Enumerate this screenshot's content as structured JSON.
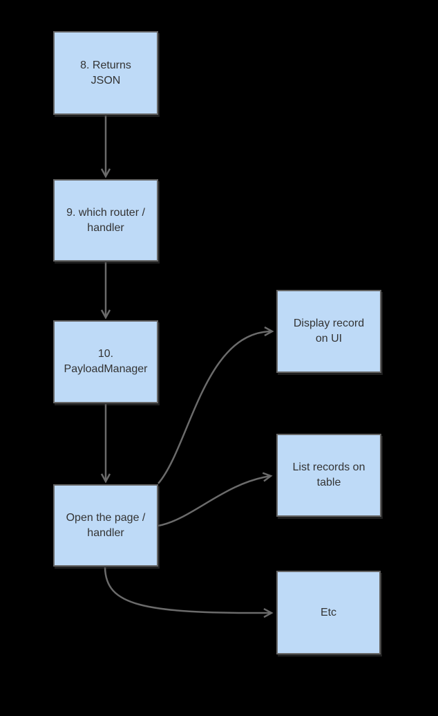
{
  "diagram": {
    "type": "flowchart",
    "colors": {
      "background": "#000000",
      "node_fill": "#bedaf7",
      "node_border": "#666666",
      "connector": "#6b6b6b",
      "text": "#333333"
    },
    "nodes": [
      {
        "id": "returns-json",
        "label": "8. Returns\nJSON"
      },
      {
        "id": "which-router-handler",
        "label": "9. which router /\nhandler"
      },
      {
        "id": "payload-manager",
        "label": "10.\nPayloadManager"
      },
      {
        "id": "open-page-handler",
        "label": "Open the page /\nhandler"
      },
      {
        "id": "display-record-ui",
        "label": "Display record\non UI"
      },
      {
        "id": "list-records-table",
        "label": "List records on\ntable"
      },
      {
        "id": "etc",
        "label": "Etc"
      }
    ],
    "edges": [
      {
        "from": "returns-json",
        "to": "which-router-handler",
        "style": "straight",
        "arrowhead": "open-chevron"
      },
      {
        "from": "which-router-handler",
        "to": "payload-manager",
        "style": "straight",
        "arrowhead": "open-chevron"
      },
      {
        "from": "payload-manager",
        "to": "open-page-handler",
        "style": "straight",
        "arrowhead": "open-chevron"
      },
      {
        "from": "open-page-handler",
        "to": "display-record-ui",
        "style": "curved",
        "arrowhead": "open-chevron"
      },
      {
        "from": "open-page-handler",
        "to": "list-records-table",
        "style": "curved",
        "arrowhead": "open-chevron"
      },
      {
        "from": "open-page-handler",
        "to": "etc",
        "style": "curved",
        "arrowhead": "open-chevron"
      }
    ]
  }
}
